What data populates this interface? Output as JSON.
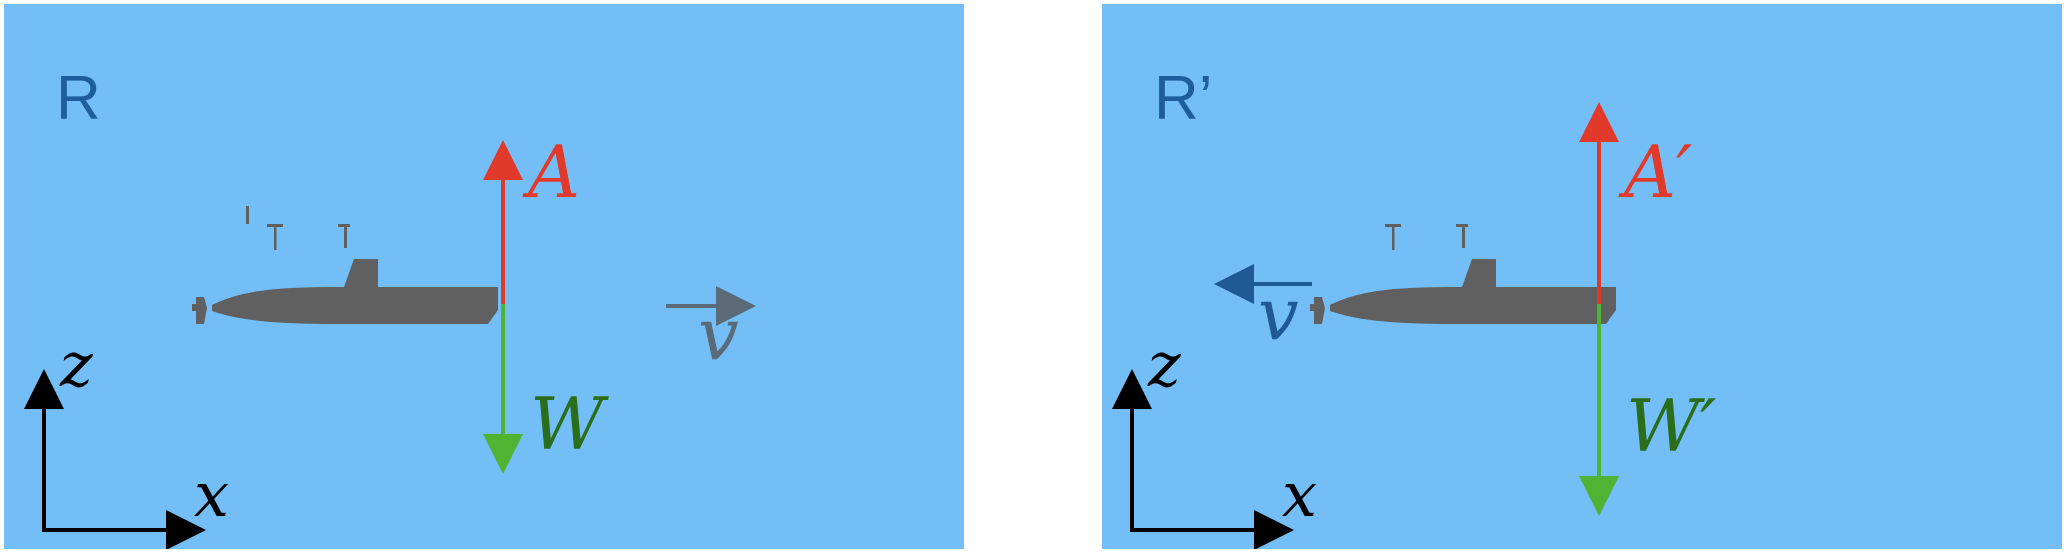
{
  "colors": {
    "background": "#74BEF8",
    "submarine": "#606060",
    "buoyancy": "#E23A2A",
    "weight": "#4FB432",
    "weight_text": "#2A6E1B",
    "frame_label": "#1F5E9C",
    "velocity_left": "#5A6A78",
    "velocity_right": "#1F5A96",
    "axes": "#000000"
  },
  "icons": [
    "submarine-icon"
  ],
  "panels": [
    {
      "frame": "R",
      "buoyancy": "A",
      "weight": "W",
      "velocity": "v",
      "axis_x": "x",
      "axis_z": "z"
    },
    {
      "frame": "R’",
      "buoyancy": "A′",
      "weight": "W′",
      "velocity": "v",
      "axis_x": "x",
      "axis_z": "z"
    }
  ]
}
